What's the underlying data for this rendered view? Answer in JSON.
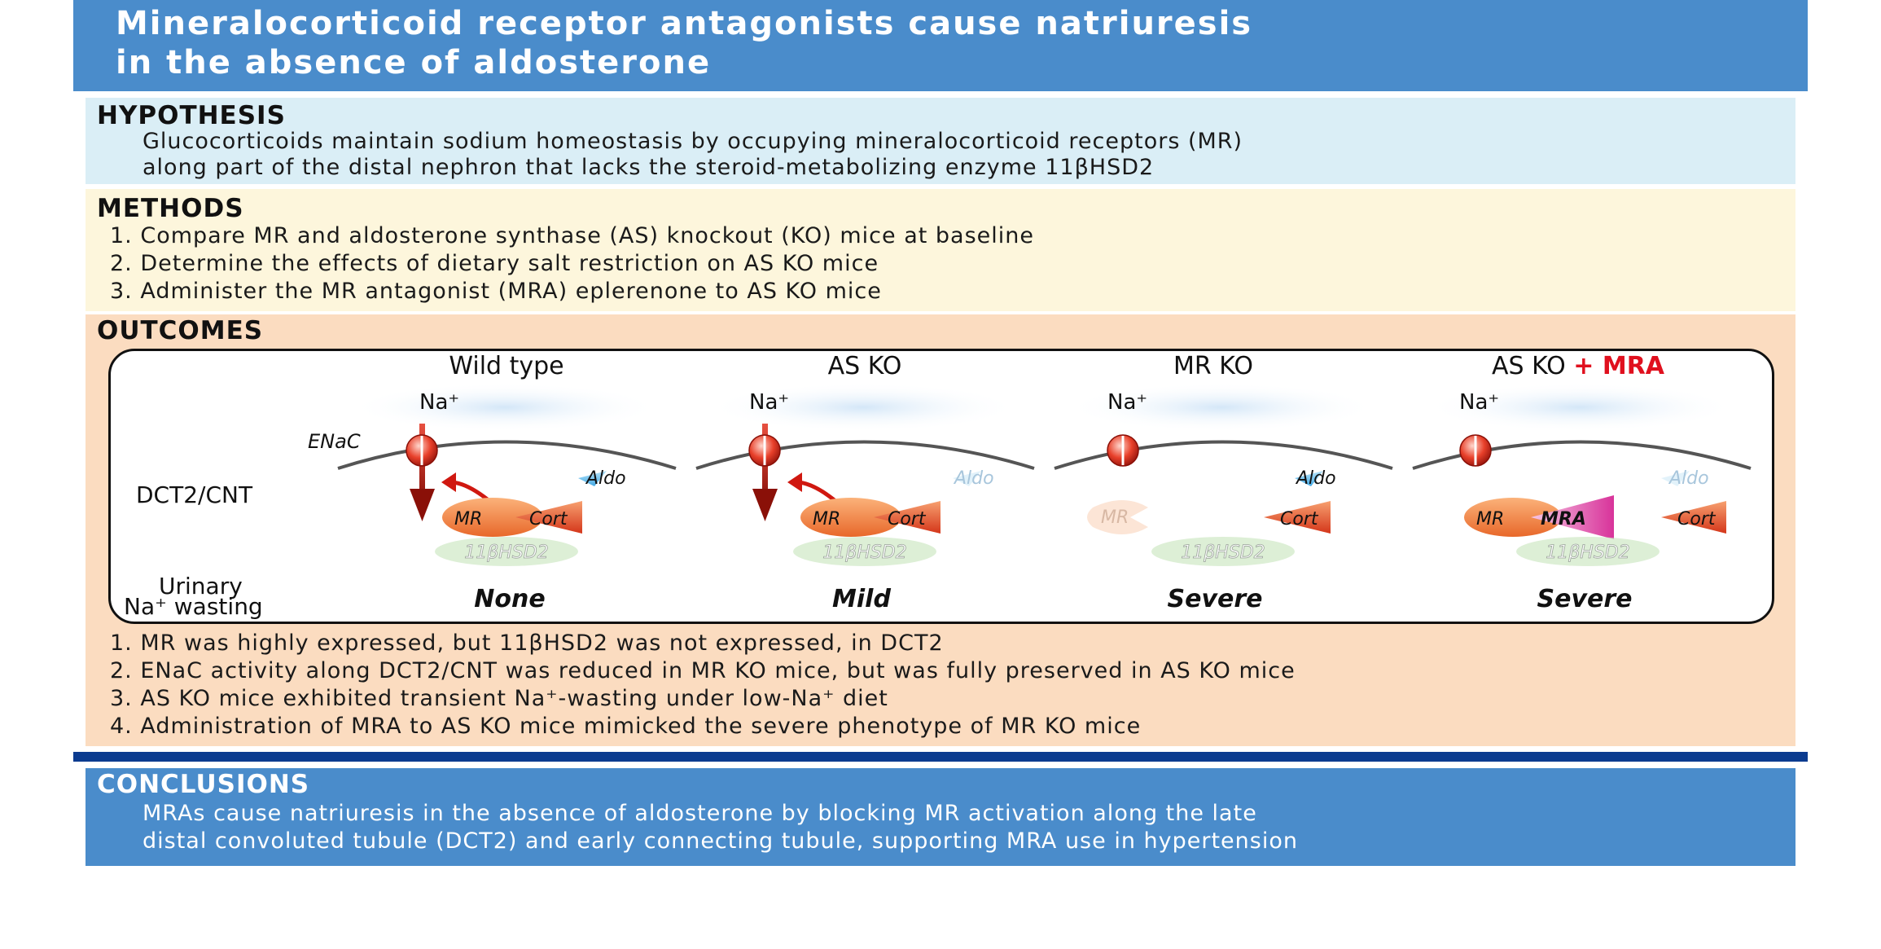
{
  "title": {
    "line1": "Mineralocorticoid receptor antagonists cause natriuresis",
    "line2": "in the absence of aldosterone"
  },
  "hypothesis": {
    "heading": "HYPOTHESIS",
    "lines": [
      "Glucocorticoids maintain sodium homeostasis by occupying mineralocorticoid receptors (MR)",
      "along part of the distal nephron that lacks the steroid-metabolizing enzyme 11βHSD2"
    ]
  },
  "methods": {
    "heading": "METHODS",
    "items": [
      "1. Compare MR and aldosterone synthase (AS) knockout (KO) mice at baseline",
      "2. Determine the effects of dietary salt restriction on AS KO mice",
      "3. Administer the MR antagonist (MRA) eplerenone to AS KO mice"
    ]
  },
  "outcomes": {
    "heading": "OUTCOMES",
    "side_labels": {
      "enac": "ENaC",
      "segment": "DCT2/CNT",
      "wasting_line1": "Urinary",
      "wasting_line2": "Na⁺ wasting"
    },
    "molecule_labels": {
      "na": "Na⁺",
      "mr": "MR",
      "cort": "Cort",
      "aldo": "Aldo",
      "hsd": "11βHSD2",
      "mra": "MRA"
    },
    "columns": [
      {
        "title": "Wild type",
        "title_extra": "",
        "wasting": "None"
      },
      {
        "title": "AS KO",
        "title_extra": "",
        "wasting": "Mild"
      },
      {
        "title": "MR KO",
        "title_extra": "",
        "wasting": "Severe"
      },
      {
        "title": "AS KO ",
        "title_extra": "+ MRA",
        "wasting": "Severe"
      }
    ],
    "findings": [
      "1. MR was highly expressed, but 11βHSD2 was not expressed, in DCT2",
      "2. ENaC activity along DCT2/CNT was reduced in MR KO mice, but was fully preserved in AS KO mice",
      "3. AS KO mice exhibited transient Na⁺-wasting under low-Na⁺ diet",
      "4. Administration of MRA to AS KO mice mimicked the severe phenotype of MR KO mice"
    ]
  },
  "conclusions": {
    "heading": "CONCLUSIONS",
    "lines": [
      "MRAs cause natriuresis in the absence of aldosterone by blocking MR activation along the late",
      "distal convoluted tubule (DCT2) and early connecting tubule, supporting MRA use in hypertension"
    ]
  },
  "colors": {
    "banner": "#4a8ccb",
    "divider": "#0b3b8f",
    "hypothesis_bg": "#daeef6",
    "methods_bg": "#fdf6dc",
    "outcomes_bg": "#fbdcc0",
    "accent_red": "#e0101e"
  }
}
